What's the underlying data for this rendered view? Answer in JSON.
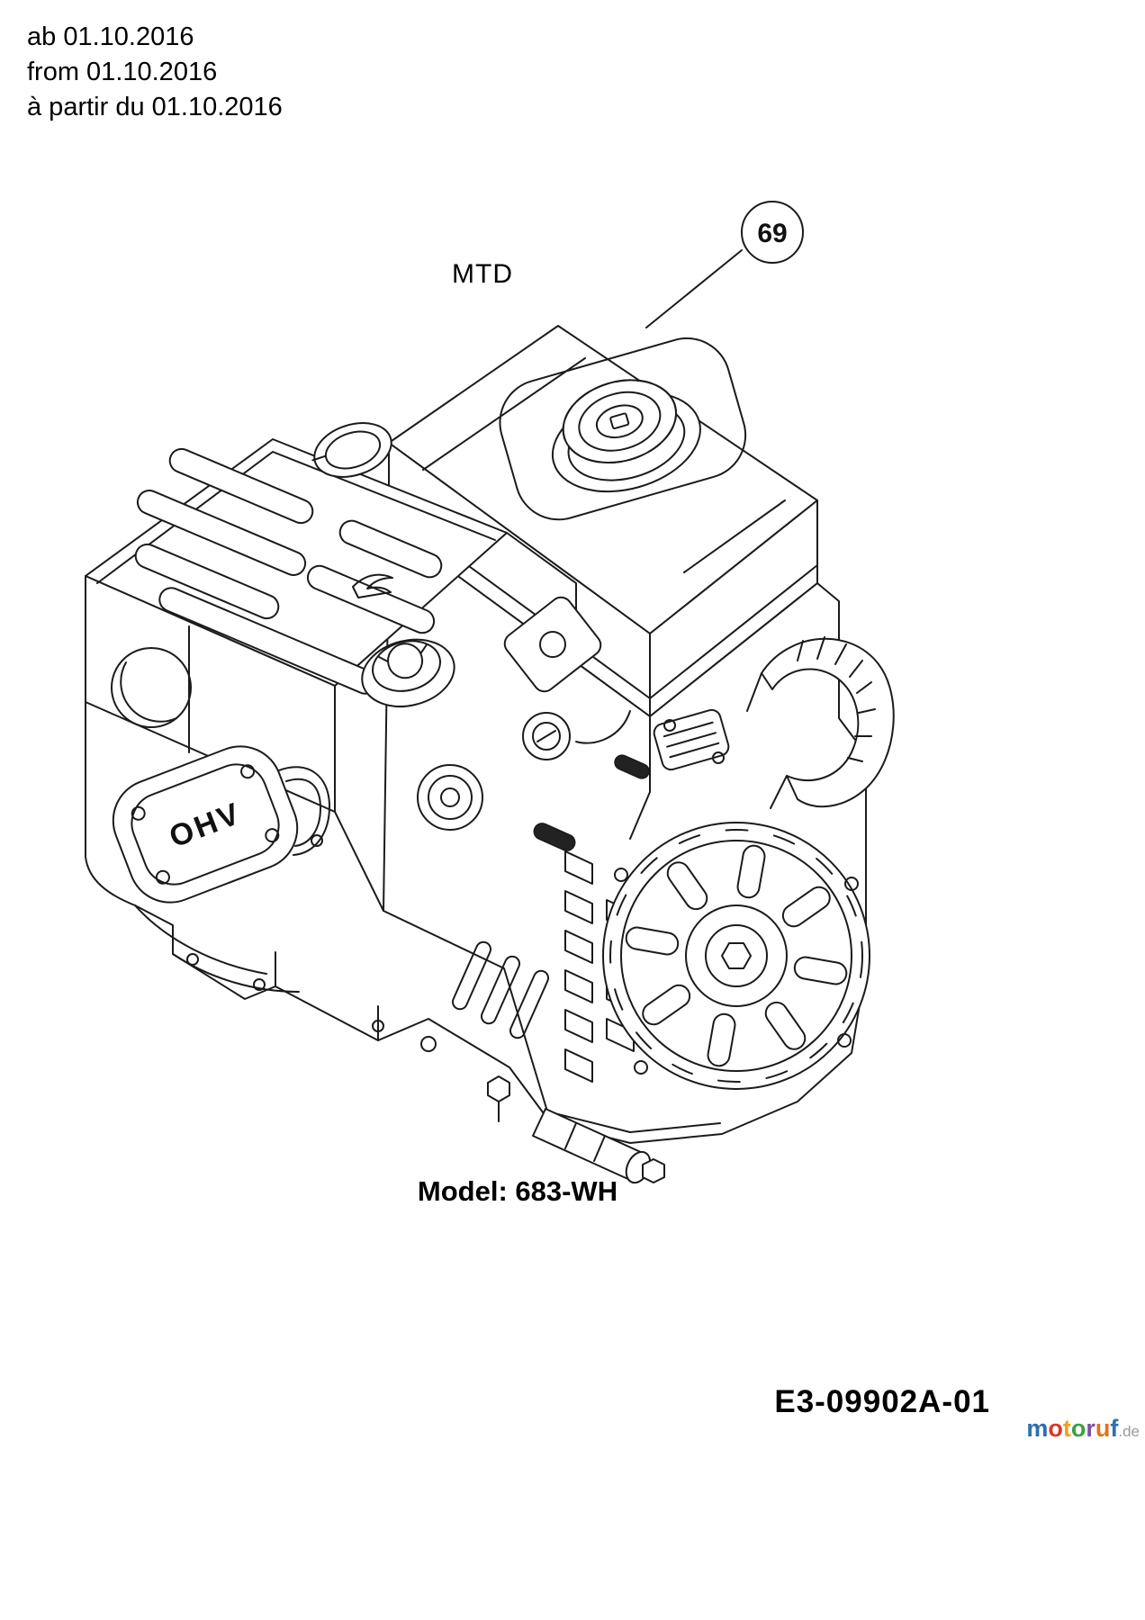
{
  "header": {
    "validity_lines": [
      "ab 01.10.2016",
      "from 01.10.2016",
      "à partir du 01.10.2016"
    ]
  },
  "diagram": {
    "brand": "MTD",
    "callout_number": "69",
    "ohv_label": "OHV"
  },
  "footer": {
    "model_label": "Model: 683-WH",
    "drawing_number": "E3-09902A-01",
    "watermark": {
      "letters": [
        {
          "ch": "m",
          "color": "#2e6db4"
        },
        {
          "ch": "o",
          "color": "#d9372b"
        },
        {
          "ch": "t",
          "color": "#f0a11b"
        },
        {
          "ch": "o",
          "color": "#3f9e44"
        },
        {
          "ch": "r",
          "color": "#7b4fa0"
        },
        {
          "ch": "u",
          "color": "#e2711d"
        },
        {
          "ch": "f",
          "color": "#2e6db4"
        }
      ],
      "suffix": ".de",
      "suffix_color": "#9a9a9a"
    }
  }
}
